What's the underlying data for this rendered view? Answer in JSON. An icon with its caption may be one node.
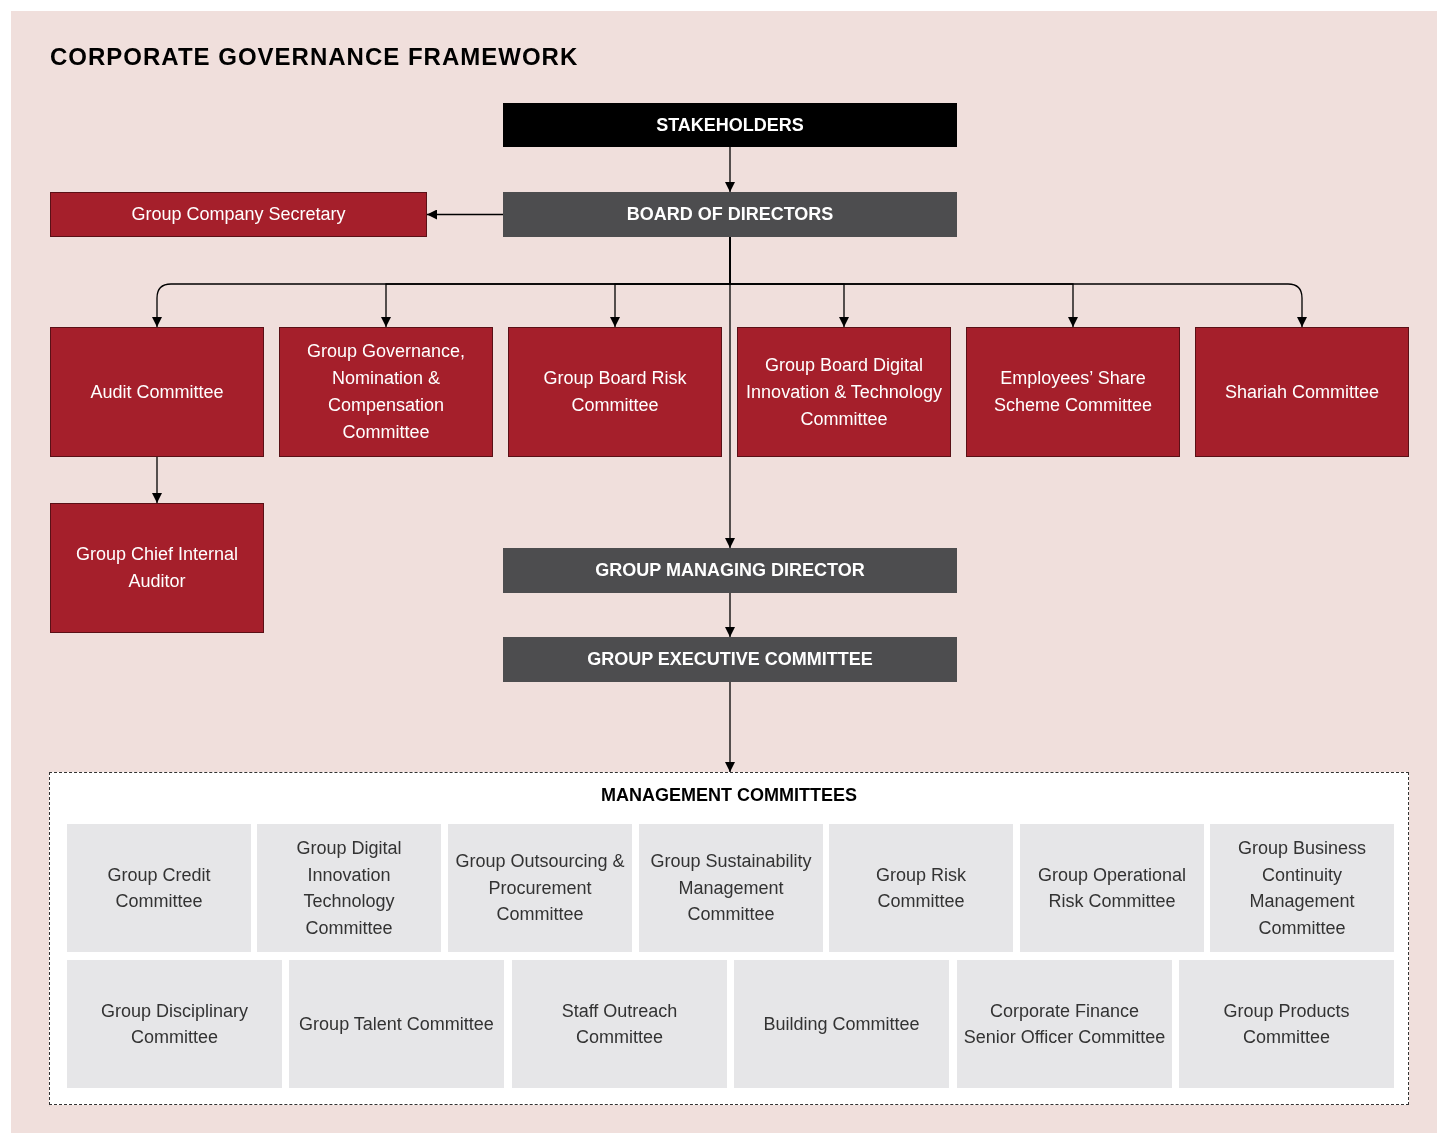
{
  "diagram": {
    "title": "CORPORATE GOVERNANCE FRAMEWORK",
    "nodes": [
      {
        "text": [
          "STAKEHOLDERS"
        ]
      },
      {
        "text": [
          "BOARD OF DIRECTORS"
        ]
      },
      {
        "text": [
          "Group Company Secretary"
        ]
      },
      {
        "text": [
          "Audit Committee"
        ]
      },
      {
        "text": [
          "Group Governance, Nomination & Compensation Committee"
        ]
      },
      {
        "text": [
          "Group Board Risk Committee"
        ]
      },
      {
        "text": [
          "Group Board Digital Innovation & Technology Committee"
        ]
      },
      {
        "text": [
          "Employees’ Share Scheme Committee"
        ]
      },
      {
        "text": [
          "Shariah Committee"
        ]
      },
      {
        "text": [
          "Group Chief Internal Auditor"
        ]
      },
      {
        "text": [
          "GROUP MANAGING DIRECTOR"
        ]
      },
      {
        "text": [
          "GROUP EXECUTIVE COMMITTEE"
        ]
      },
      {
        "text": [
          "MANAGEMENT COMMITTEES"
        ]
      },
      {
        "text": [
          "Group Credit Committee"
        ],
        "in": 12
      },
      {
        "text": [
          "Group Digital Innovation Technology Committee"
        ],
        "in": 12
      },
      {
        "text": [
          "Group Outsourcing & Procurement Committee"
        ],
        "in": 12
      },
      {
        "text": [
          "Group Sustainability Management Committee"
        ],
        "in": 12
      },
      {
        "text": [
          "Group Risk Committee"
        ],
        "in": 12
      },
      {
        "text": [
          "Group Operational Risk Committee"
        ],
        "in": 12
      },
      {
        "text": [
          "Group Business Continuity Management Committee"
        ],
        "in": 12
      },
      {
        "text": [
          "Group Disciplinary Committee"
        ],
        "in": 12
      },
      {
        "text": [
          "Group Talent Committee"
        ],
        "in": 12
      },
      {
        "text": [
          "Staff Outreach Committee"
        ],
        "in": 12
      },
      {
        "text": [
          "Building Committee"
        ],
        "in": 12
      },
      {
        "text": [
          "Corporate Finance Senior Officer Committee"
        ],
        "in": 12
      },
      {
        "text": [
          "Group Products Committee"
        ],
        "in": 12
      }
    ],
    "edges": [
      {
        "from": 0,
        "to": 1,
        "arrow": "to"
      },
      {
        "from": 1,
        "to": 2,
        "arrow": "to"
      },
      {
        "from": 1,
        "to": 3,
        "arrow": "to"
      },
      {
        "from": 1,
        "to": 4,
        "arrow": "to"
      },
      {
        "from": 1,
        "to": 5,
        "arrow": "to"
      },
      {
        "from": 1,
        "to": 6,
        "arrow": "to"
      },
      {
        "from": 1,
        "to": 7,
        "arrow": "to"
      },
      {
        "from": 1,
        "to": 8,
        "arrow": "to"
      },
      {
        "from": 3,
        "to": 9,
        "arrow": "to"
      },
      {
        "from": 1,
        "to": 10,
        "arrow": "to"
      },
      {
        "from": 10,
        "to": 11,
        "arrow": "to"
      },
      {
        "from": 11,
        "to": 12,
        "arrow": "to"
      }
    ]
  }
}
